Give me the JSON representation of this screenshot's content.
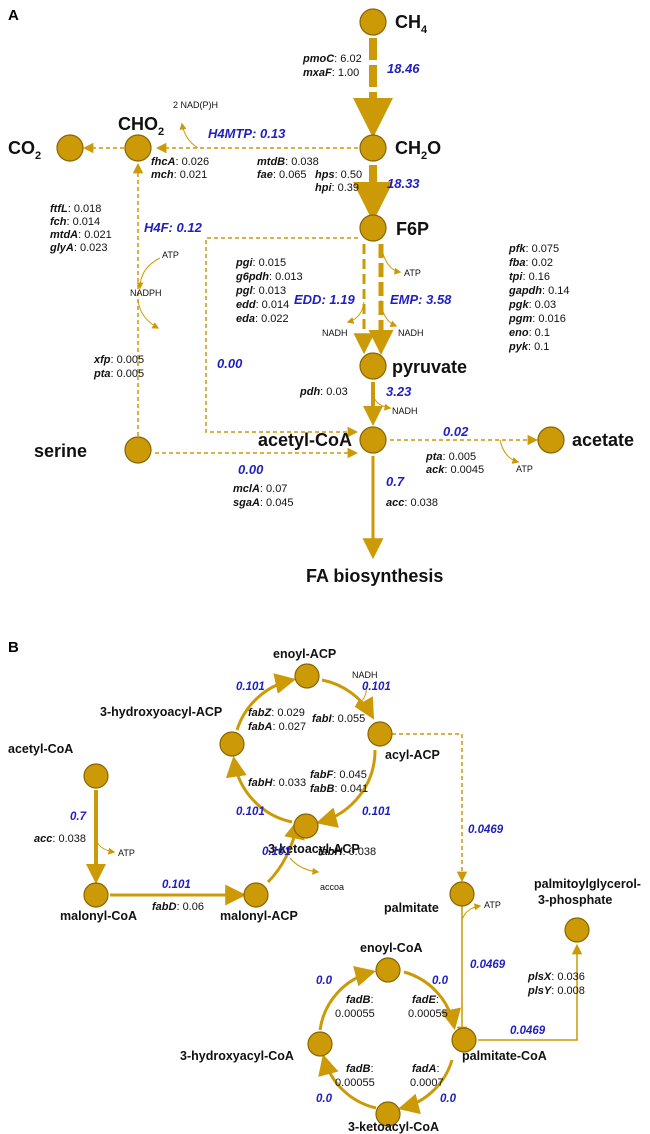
{
  "colors": {
    "pathway": "#CC9A06",
    "flux_text": "#1F1FBF",
    "text": "#111111"
  },
  "panelA": {
    "label": "A",
    "metabolites": {
      "ch4": "CH",
      "ch4_sub": "4",
      "cho2": "CHO",
      "cho2_sub": "2",
      "co2": "CO",
      "co2_sub": "2",
      "ch2o": "CH",
      "ch2o_sub": "2",
      "ch2o_tail": "O",
      "f6p": "F6P",
      "pyruvate": "pyruvate",
      "acetylcoa": "acetyl-CoA",
      "serine": "serine",
      "acetate": "acetate",
      "fa": "FA biosynthesis"
    },
    "cofactors": {
      "nadph_top": "2 NAD(P)H",
      "atp_left": "ATP",
      "nadph_left": "NADPH",
      "atp_f6p": "ATP",
      "nadh_edd": "NADH",
      "nadh_emp": "NADH",
      "nadh_pdh": "NADH",
      "atp_acetate": "ATP"
    },
    "fluxes": {
      "ch4_ch2o": "18.46",
      "h4mtp": "H4MTP: 0.13",
      "ch2o_f6p": "18.33",
      "h4f": "H4F: 0.12",
      "edd": "EDD: 1.19",
      "emp": "EMP: 3.58",
      "xfp": "0.00",
      "pdh": "3.23",
      "acetate": "0.02",
      "serine": "0.00",
      "fa": "0.7"
    },
    "genes": [
      {
        "name": "pmoC",
        "value": ": 6.02"
      },
      {
        "name": "mxaF",
        "value": ": 1.00"
      },
      {
        "name": "fhcA",
        "value": ": 0.026"
      },
      {
        "name": "mch",
        "value": ": 0.021"
      },
      {
        "name": "mtdB",
        "value": ": 0.038"
      },
      {
        "name": "fae",
        "value": ": 0.065"
      },
      {
        "name": "hps",
        "value": ": 0.50"
      },
      {
        "name": "hpi",
        "value": ": 0.39"
      },
      {
        "name": "ftfL",
        "value": ": 0.018"
      },
      {
        "name": "fch",
        "value": ": 0.014"
      },
      {
        "name": "mtdA",
        "value": ": 0.021"
      },
      {
        "name": "glyA",
        "value": ": 0.023"
      },
      {
        "name": "pgi",
        "value": ": 0.015"
      },
      {
        "name": "g6pdh",
        "value": ": 0.013"
      },
      {
        "name": "pgl",
        "value": ": 0.013"
      },
      {
        "name": "edd",
        "value": ": 0.014"
      },
      {
        "name": "eda",
        "value": ": 0.022"
      },
      {
        "name": "pfk",
        "value": ": 0.075"
      },
      {
        "name": "fba",
        "value": ": 0.02"
      },
      {
        "name": "tpi",
        "value": ": 0.16"
      },
      {
        "name": "gapdh",
        "value": ": 0.14"
      },
      {
        "name": "pgk",
        "value": ": 0.03"
      },
      {
        "name": "pgm",
        "value": ": 0.016"
      },
      {
        "name": "eno",
        "value": ": 0.1"
      },
      {
        "name": "pyk",
        "value": ": 0.1"
      },
      {
        "name": "xfp",
        "value": ": 0.005"
      },
      {
        "name": "pta",
        "value": ": 0.005"
      },
      {
        "name": "pdh",
        "value": ": 0.03"
      },
      {
        "name": "pta",
        "value": ": 0.005"
      },
      {
        "name": "ack",
        "value": ": 0.0045"
      },
      {
        "name": "mclA",
        "value": ": 0.07"
      },
      {
        "name": "sgaA",
        "value": ": 0.045"
      },
      {
        "name": "acc",
        "value": ": 0.038"
      }
    ]
  },
  "panelB": {
    "label": "B",
    "metabolites": {
      "enoylacp": "enoyl-ACP",
      "hydroxyacp": "3-hydroxyoacyl-ACP",
      "acylacp": "acyl-ACP",
      "ketoacp": "3-ketoacyl-ACP",
      "acetylcoa": "acetyl-CoA",
      "malonylcoa": "malonyl-CoA",
      "malonylacp": "malonyl-ACP",
      "palmitate": "palmitate",
      "pgp1": "palmitoylglycerol-",
      "pgp2": "3-phosphate",
      "enoylcoa": "enoyl-CoA",
      "hydroxycoa": "3-hydroxyacyl-CoA",
      "palmcoa": "palmitate-CoA",
      "ketocoa": "3-ketoacyl-CoA"
    },
    "cofactors": {
      "nadh": "NADH",
      "atp_acc": "ATP",
      "accoa": "accoa",
      "atp_palm": "ATP"
    },
    "fluxes": {
      "hydroxy_enoyl": "0.101",
      "enoyl_acyl": "0.101",
      "keto_hydroxy": "0.101",
      "acyl_keto": "0.101",
      "acc": "0.7",
      "fabd": "0.101",
      "malacp": "0.101",
      "acyl_palm": "0.0469",
      "palm_coa": "0.0469",
      "coa_pgp": "0.0469",
      "hydroxy_enoylcoa": "0.0",
      "enoyl_palmcoa": "0.0",
      "keto_hydroxycoa": "0.0",
      "palm_ketocoa": "0.0"
    },
    "genes": [
      {
        "name": "fabZ",
        "value": ": 0.029"
      },
      {
        "name": "fabA",
        "value": ": 0.027"
      },
      {
        "name": "fabI",
        "value": ": 0.055"
      },
      {
        "name": "fabH",
        "value": ": 0.033"
      },
      {
        "name": "fabF",
        "value": ": 0.045"
      },
      {
        "name": "fabB",
        "value": ": 0.041"
      },
      {
        "name": "acc",
        "value": ": 0.038"
      },
      {
        "name": "fabH",
        "value": ": 0.038"
      },
      {
        "name": "fabD",
        "value": ": 0.06"
      },
      {
        "name": "plsX",
        "value": ": 0.036"
      },
      {
        "name": "plsY",
        "value": ": 0.008"
      },
      {
        "name": "fadB",
        "value": ":"
      },
      {
        "name": "0.00055",
        "value": ""
      },
      {
        "name": "fadE",
        "value": ":"
      },
      {
        "name": "0.00055",
        "value": ""
      },
      {
        "name": "fadB",
        "value": ":"
      },
      {
        "name": "0.00055",
        "value": ""
      },
      {
        "name": "fadA",
        "value": ":"
      },
      {
        "name": "0.0007",
        "value": ""
      }
    ]
  }
}
